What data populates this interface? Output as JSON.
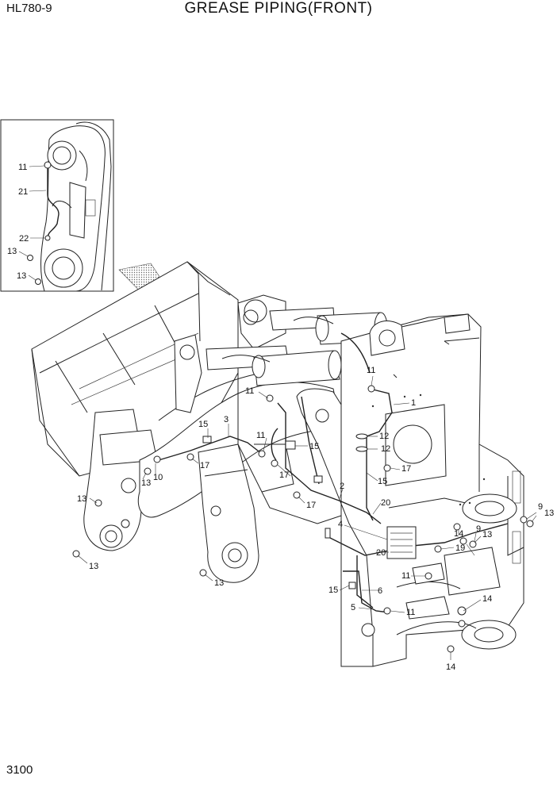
{
  "header": {
    "model": "HL780-9",
    "title": "GREASE PIPING(FRONT)"
  },
  "footer": {
    "page_number": "3100"
  },
  "callouts": {
    "c_inset_11": "11",
    "c_inset_21": "21",
    "c_inset_22": "22",
    "c_inset_13a": "13",
    "c_inset_13b": "13",
    "c_15_top": "15",
    "c_3": "3",
    "c_17_left": "17",
    "c_10": "10",
    "c_13_arm": "13",
    "c_13_left": "13",
    "c_13_bl": "13",
    "c_13_bottom": "13",
    "c_11_upper": "11",
    "c_11_mid": "11",
    "c_15_mid": "15",
    "c_17_mid": "17",
    "c_17_low": "17",
    "c_2": "2",
    "c_11_top": "11",
    "c_1": "1",
    "c_12a": "12",
    "c_12b": "12",
    "c_17_right": "17",
    "c_15_right": "15",
    "c_20a": "20",
    "c_4": "4",
    "c_20b": "20",
    "c_15_low": "15",
    "c_6": "6",
    "c_5": "5",
    "c_11_low": "11",
    "c_11_bottom": "11",
    "c_14_upper": "14",
    "c_9a": "9",
    "c_13_r1": "13",
    "c_19": "19",
    "c_9b": "9",
    "c_13_far": "13",
    "c_14_mid": "14",
    "c_14_bottom": "14"
  }
}
